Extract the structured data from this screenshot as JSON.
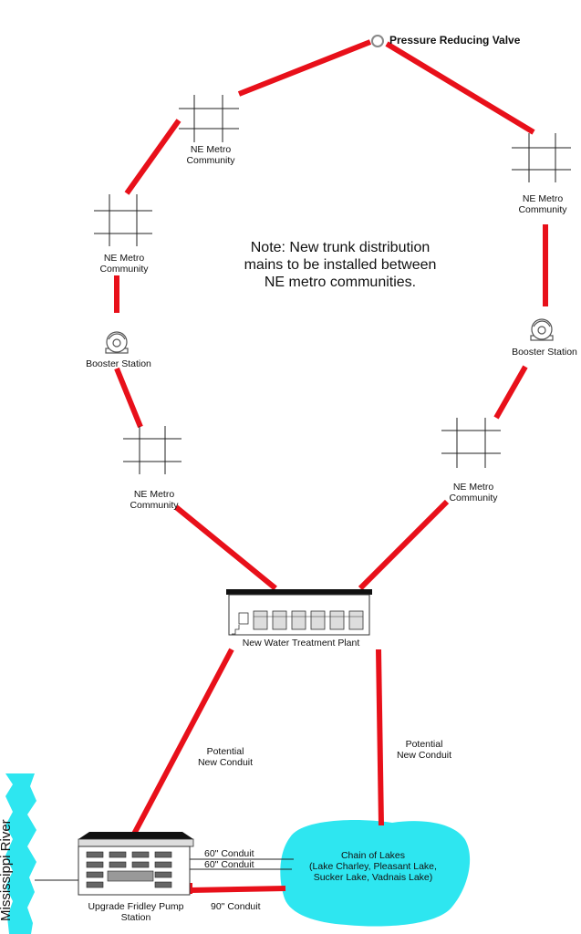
{
  "colors": {
    "main_line": "#e8101a",
    "lake_fill": "#2ee6f0",
    "stroke": "#222222"
  },
  "labels": {
    "prv": "Pressure Reducing Valve",
    "community": "NE Metro\nCommunity",
    "booster": "Booster Station",
    "wtp": "New Water Treatment Plant",
    "conduit_left": "Potential\nNew Conduit",
    "conduit_right": "Potential\nNew Conduit",
    "river": "Mississippi River",
    "lakes": "Chain of Lakes\n(Lake Charley, Pleasant Lake,\nSucker Lake, Vadnais Lake)",
    "pump": "Upgrade Fridley Pump\nStation",
    "conduit_60a": "60\" Conduit",
    "conduit_60b": "60\" Conduit",
    "conduit_90": "90\" Conduit",
    "note": "Note: New trunk distribution mains to be installed between NE metro communities."
  }
}
